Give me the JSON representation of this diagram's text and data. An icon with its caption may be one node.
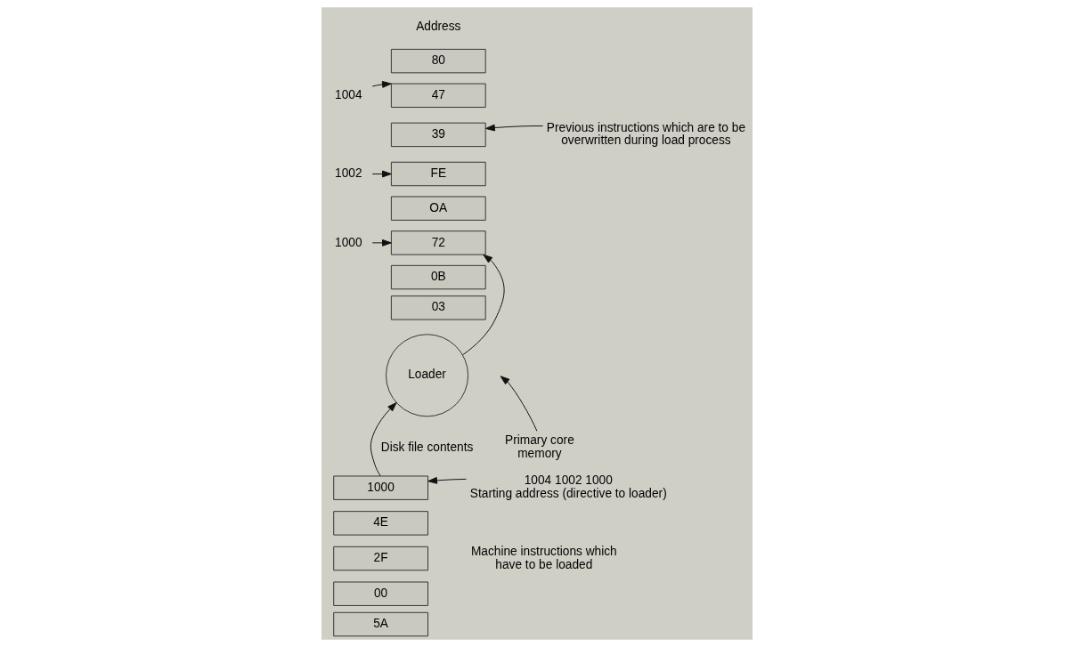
{
  "diagram": {
    "nodes": [
      {
        "text": [
          "80"
        ]
      },
      {
        "text": [
          "47"
        ]
      },
      {
        "text": [
          "39"
        ]
      },
      {
        "text": [
          "FE"
        ]
      },
      {
        "text": [
          "OA"
        ]
      },
      {
        "text": [
          "72"
        ]
      },
      {
        "text": [
          "0B"
        ]
      },
      {
        "text": [
          "03"
        ]
      },
      {
        "text": [
          "1004"
        ]
      },
      {
        "text": [
          "1002"
        ]
      },
      {
        "text": [
          "1000"
        ]
      },
      {
        "text": [
          "Previous instructions which are to be overwritten during load process"
        ]
      },
      {
        "text": [
          "Loader"
        ]
      },
      {
        "text": [
          "Primary core memory"
        ]
      },
      {
        "text": [
          "1000"
        ]
      },
      {
        "text": [
          "4E"
        ]
      },
      {
        "text": [
          "2F"
        ]
      },
      {
        "text": [
          "00"
        ]
      },
      {
        "text": [
          "5A"
        ]
      },
      {
        "text": [
          "1004 1002 1000",
          "Starting address (directive to loader)"
        ]
      }
    ],
    "edges": [
      {
        "from": 8,
        "to": 1,
        "arrow": "to"
      },
      {
        "from": 9,
        "to": 3,
        "arrow": "to"
      },
      {
        "from": 10,
        "to": 5,
        "arrow": "to"
      },
      {
        "from": 11,
        "to": 2,
        "arrow": "to"
      },
      {
        "from": 12,
        "to": 5,
        "arrow": "to"
      },
      {
        "from": 14,
        "to": 12,
        "arrow": "to"
      },
      {
        "from": 19,
        "to": 14,
        "arrow": "to"
      },
      {
        "from": 13,
        "to": null,
        "arrow": "to"
      }
    ],
    "labels": [
      "Address",
      "Disk file contents",
      "Machine instructions which have to be loaded"
    ]
  }
}
